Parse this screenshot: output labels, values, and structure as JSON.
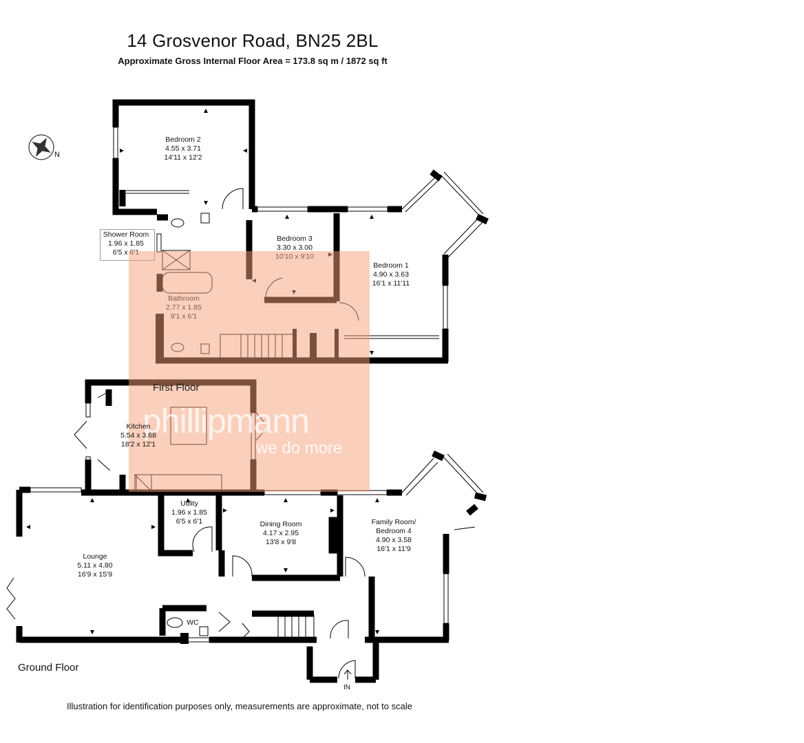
{
  "title": "14 Grosvenor Road, BN25 2BL",
  "subtitle": "Approximate Gross Internal Floor Area = 173.8 sq m / 1872 sq ft",
  "compass": {
    "label": "N",
    "icon": "compass-rose-icon"
  },
  "rooms": {
    "bedroom2": {
      "name": "Bedroom 2",
      "metric": "4.55 x 3.71",
      "imperial": "14'11 x 12'2"
    },
    "shower_room": {
      "name": "Shower Room",
      "metric": "1.96 x 1.85",
      "imperial": "6'5 x 6'1"
    },
    "bedroom3": {
      "name": "Bedroom 3",
      "metric": "3.30 x 3.00",
      "imperial": "10'10 x 9'10"
    },
    "bedroom1": {
      "name": "Bedroom 1",
      "metric": "4.90 x 3.63",
      "imperial": "16'1 x 11'11"
    },
    "bathroom": {
      "name": "Bathroom",
      "metric": "2.77 x 1.85",
      "imperial": "9'1 x 6'1"
    },
    "kitchen": {
      "name": "Kitchen",
      "metric": "5.54 x 3.68",
      "imperial": "18'2 x 12'1"
    },
    "utility": {
      "name": "Utility",
      "metric": "1.96 x 1.85",
      "imperial": "6'5 x 6'1"
    },
    "dining_room": {
      "name": "Dining Room",
      "metric": "4.17 x 2.95",
      "imperial": "13'8 x 9'8"
    },
    "family_room": {
      "name_line1": "Family Room/",
      "name_line2": "Bedroom 4",
      "metric": "4.90 x 3.58",
      "imperial": "16'1 x 11'9"
    },
    "lounge": {
      "name": "Lounge",
      "metric": "5.11 x 4.80",
      "imperial": "16'9 x 15'9"
    },
    "wc": {
      "name": "WC"
    }
  },
  "floors": {
    "first": "First Floor",
    "ground": "Ground Floor"
  },
  "entrance": "IN",
  "watermark": {
    "brand": "phillipmann",
    "tagline": "we do more",
    "color": "#f5a078"
  },
  "disclaimer": "Illustration for identification purposes only, measurements are approximate, not to scale"
}
